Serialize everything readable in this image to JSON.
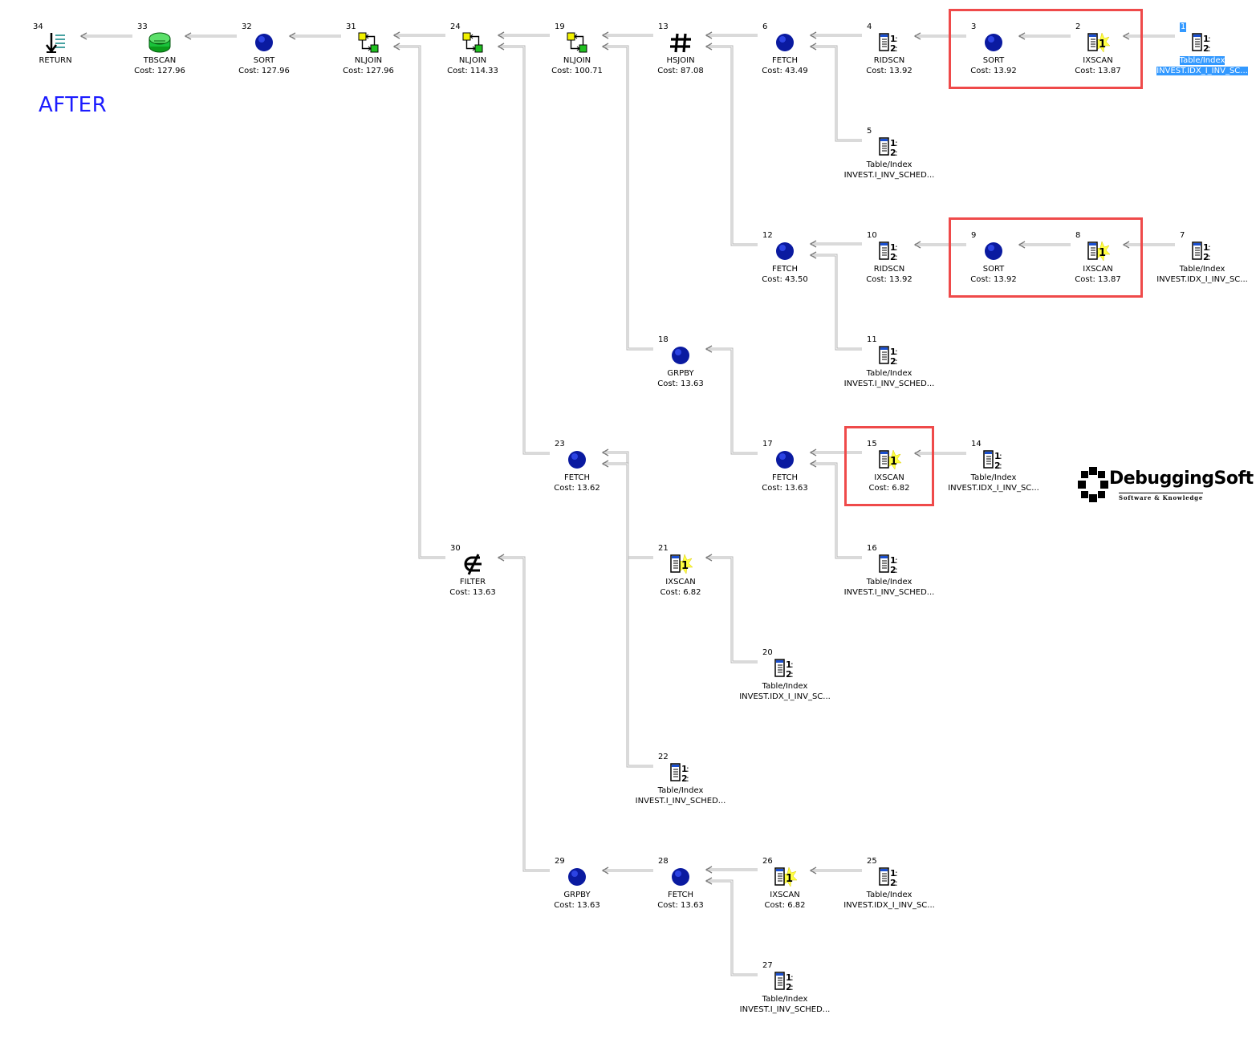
{
  "title": "AFTER",
  "brand": {
    "name": "DebuggingSoft",
    "tagline": "Software & Knowledge"
  },
  "colors": {
    "edge": "#b4b4b4",
    "highlight": "#ef4a4a",
    "selection": "#3399ff",
    "title": "#1c1cff",
    "operator": "#0a1aa0"
  },
  "nodes": [
    {
      "id": "34",
      "op": "RETURN",
      "cost": "",
      "icon": "return-icon"
    },
    {
      "id": "33",
      "op": "TBSCAN",
      "cost": "Cost: 127.96",
      "icon": "tbscan-icon"
    },
    {
      "id": "32",
      "op": "SORT",
      "cost": "Cost: 127.96",
      "icon": "sort-icon"
    },
    {
      "id": "31",
      "op": "NLJOIN",
      "cost": "Cost: 127.96",
      "icon": "nljoin-icon"
    },
    {
      "id": "24",
      "op": "NLJOIN",
      "cost": "Cost: 114.33",
      "icon": "nljoin-icon"
    },
    {
      "id": "19",
      "op": "NLJOIN",
      "cost": "Cost: 100.71",
      "icon": "nljoin-icon"
    },
    {
      "id": "13",
      "op": "HSJOIN",
      "cost": "Cost: 87.08",
      "icon": "hsjoin-icon"
    },
    {
      "id": "6",
      "op": "FETCH",
      "cost": "Cost: 43.49",
      "icon": "fetch-icon"
    },
    {
      "id": "4",
      "op": "RIDSCN",
      "cost": "Cost: 13.92",
      "icon": "table-index-icon"
    },
    {
      "id": "3",
      "op": "SORT",
      "cost": "Cost: 13.92",
      "icon": "sort-icon"
    },
    {
      "id": "2",
      "op": "IXSCAN",
      "cost": "Cost: 13.87",
      "icon": "ixscan-icon"
    },
    {
      "id": "1",
      "op": "Table/Index",
      "cost": "INVEST.IDX_I_INV_SC...",
      "icon": "table-index-icon",
      "selected": true
    },
    {
      "id": "5",
      "op": "Table/Index",
      "cost": "INVEST.I_INV_SCHED...",
      "icon": "table-index-icon"
    },
    {
      "id": "12",
      "op": "FETCH",
      "cost": "Cost: 43.50",
      "icon": "fetch-icon"
    },
    {
      "id": "10",
      "op": "RIDSCN",
      "cost": "Cost: 13.92",
      "icon": "table-index-icon"
    },
    {
      "id": "9",
      "op": "SORT",
      "cost": "Cost: 13.92",
      "icon": "sort-icon"
    },
    {
      "id": "8",
      "op": "IXSCAN",
      "cost": "Cost: 13.87",
      "icon": "ixscan-icon"
    },
    {
      "id": "7",
      "op": "Table/Index",
      "cost": "INVEST.IDX_I_INV_SC...",
      "icon": "table-index-icon"
    },
    {
      "id": "11",
      "op": "Table/Index",
      "cost": "INVEST.I_INV_SCHED...",
      "icon": "table-index-icon"
    },
    {
      "id": "18",
      "op": "GRPBY",
      "cost": "Cost: 13.63",
      "icon": "grpby-icon"
    },
    {
      "id": "17",
      "op": "FETCH",
      "cost": "Cost: 13.63",
      "icon": "fetch-icon"
    },
    {
      "id": "15",
      "op": "IXSCAN",
      "cost": "Cost: 6.82",
      "icon": "ixscan-icon"
    },
    {
      "id": "14",
      "op": "Table/Index",
      "cost": "INVEST.IDX_I_INV_SC...",
      "icon": "table-index-icon"
    },
    {
      "id": "16",
      "op": "Table/Index",
      "cost": "INVEST.I_INV_SCHED...",
      "icon": "table-index-icon"
    },
    {
      "id": "23",
      "op": "FETCH",
      "cost": "Cost: 13.62",
      "icon": "fetch-icon"
    },
    {
      "id": "21",
      "op": "IXSCAN",
      "cost": "Cost: 6.82",
      "icon": "ixscan-icon"
    },
    {
      "id": "20",
      "op": "Table/Index",
      "cost": "INVEST.IDX_I_INV_SC...",
      "icon": "table-index-icon"
    },
    {
      "id": "22",
      "op": "Table/Index",
      "cost": "INVEST.I_INV_SCHED...",
      "icon": "table-index-icon"
    },
    {
      "id": "30",
      "op": "FILTER",
      "cost": "Cost: 13.63",
      "icon": "filter-icon"
    },
    {
      "id": "29",
      "op": "GRPBY",
      "cost": "Cost: 13.63",
      "icon": "grpby-icon"
    },
    {
      "id": "28",
      "op": "FETCH",
      "cost": "Cost: 13.63",
      "icon": "fetch-icon"
    },
    {
      "id": "26",
      "op": "IXSCAN",
      "cost": "Cost: 6.82",
      "icon": "ixscan-icon"
    },
    {
      "id": "25",
      "op": "Table/Index",
      "cost": "INVEST.IDX_I_INV_SC...",
      "icon": "table-index-icon"
    },
    {
      "id": "27",
      "op": "Table/Index",
      "cost": "INVEST.I_INV_SCHED...",
      "icon": "table-index-icon"
    }
  ],
  "edges": [
    [
      "33",
      "34"
    ],
    [
      "32",
      "33"
    ],
    [
      "31",
      "32"
    ],
    [
      "24",
      "31"
    ],
    [
      "30",
      "31"
    ],
    [
      "19",
      "24"
    ],
    [
      "23",
      "24"
    ],
    [
      "13",
      "19"
    ],
    [
      "18",
      "19"
    ],
    [
      "6",
      "13"
    ],
    [
      "12",
      "13"
    ],
    [
      "4",
      "6"
    ],
    [
      "5",
      "6"
    ],
    [
      "3",
      "4"
    ],
    [
      "2",
      "3"
    ],
    [
      "1",
      "2"
    ],
    [
      "10",
      "12"
    ],
    [
      "11",
      "12"
    ],
    [
      "9",
      "10"
    ],
    [
      "8",
      "9"
    ],
    [
      "7",
      "8"
    ],
    [
      "17",
      "18"
    ],
    [
      "15",
      "17"
    ],
    [
      "16",
      "17"
    ],
    [
      "14",
      "15"
    ],
    [
      "21",
      "23"
    ],
    [
      "22",
      "23"
    ],
    [
      "20",
      "21"
    ],
    [
      "29",
      "30"
    ],
    [
      "28",
      "29"
    ],
    [
      "26",
      "28"
    ],
    [
      "27",
      "28"
    ],
    [
      "25",
      "26"
    ]
  ],
  "highlight_groups": [
    [
      "3",
      "2"
    ],
    [
      "9",
      "8"
    ],
    [
      "15"
    ]
  ]
}
